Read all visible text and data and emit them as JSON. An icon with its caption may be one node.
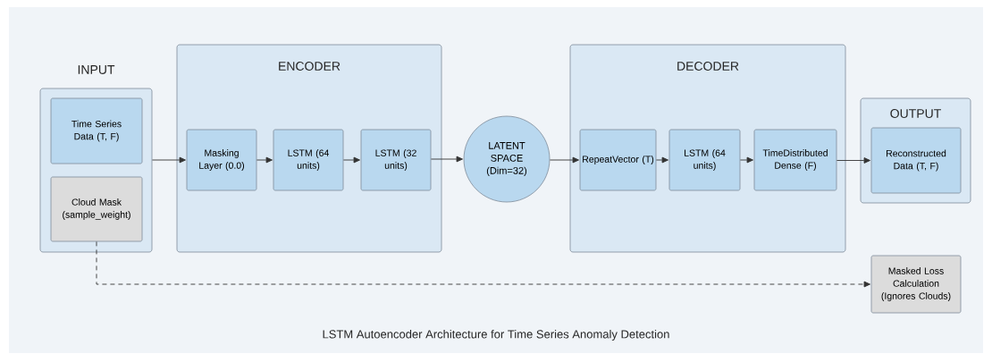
{
  "diagram": {
    "caption": "LSTM Autoencoder Architecture for Time Series Anomaly Detection",
    "nodes": [
      {
        "text": [
          "INPUT"
        ]
      },
      {
        "text": [
          "Time Series Data (T, F)"
        ],
        "in": 0
      },
      {
        "text": [
          "Cloud Mask (sample_weight)"
        ],
        "in": 0
      },
      {
        "text": [
          "ENCODER"
        ]
      },
      {
        "text": [
          "Masking Layer (0.0)"
        ],
        "in": 3
      },
      {
        "text": [
          "LSTM (64 units)"
        ],
        "in": 3
      },
      {
        "text": [
          "LSTM (32 units)"
        ],
        "in": 3
      },
      {
        "text": [
          "LATENT SPACE (Dim=32)"
        ]
      },
      {
        "text": [
          "DECODER"
        ]
      },
      {
        "text": [
          "RepeatVector (T)"
        ],
        "in": 8
      },
      {
        "text": [
          "LSTM (64 units)"
        ],
        "in": 8
      },
      {
        "text": [
          "TimeDistributed Dense (F)"
        ],
        "in": 8
      },
      {
        "text": [
          "OUTPUT"
        ]
      },
      {
        "text": [
          "Reconstructed Data (T, F)"
        ],
        "in": 12
      },
      {
        "text": [
          "Masked Loss Calculation (Ignores Clouds)"
        ]
      }
    ],
    "edges": [
      {
        "from": 0,
        "to": 4,
        "arrow": "to"
      },
      {
        "from": 4,
        "to": 5,
        "arrow": "to"
      },
      {
        "from": 5,
        "to": 6,
        "arrow": "to"
      },
      {
        "from": 6,
        "to": 7,
        "arrow": "to"
      },
      {
        "from": 7,
        "to": 9,
        "arrow": "to"
      },
      {
        "from": 9,
        "to": 10,
        "arrow": "to"
      },
      {
        "from": 10,
        "to": 11,
        "arrow": "to"
      },
      {
        "from": 11,
        "to": 13,
        "arrow": "to"
      },
      {
        "from": 2,
        "to": 14,
        "arrow": "to",
        "style": "dashed"
      }
    ]
  }
}
